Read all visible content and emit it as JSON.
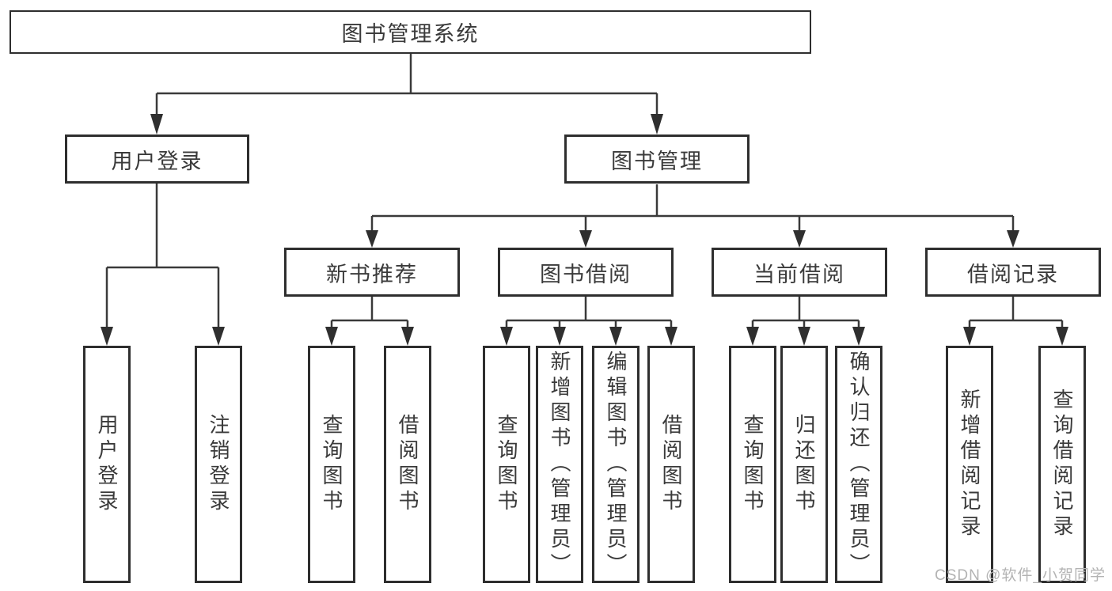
{
  "tree": {
    "root": {
      "label": "图书管理系统"
    },
    "login": {
      "label": "用户登录",
      "leaves": [
        "用户登录",
        "注销登录"
      ]
    },
    "management": {
      "label": "图书管理",
      "sections": [
        {
          "label": "新书推荐",
          "leaves": [
            "查询图书",
            "借阅图书"
          ]
        },
        {
          "label": "图书借阅",
          "leaves": [
            "查询图书",
            "新增图书（管理员）",
            "编辑图书（管理员）",
            "借阅图书"
          ]
        },
        {
          "label": "当前借阅",
          "leaves": [
            "查询图书",
            "归还图书",
            "确认归还（管理员）"
          ]
        },
        {
          "label": "借阅记录",
          "leaves": [
            "新增借阅记录",
            "查询借阅记录"
          ]
        }
      ]
    }
  },
  "watermark": "CSDN @软件_小贺同学",
  "colors": {
    "background": "#ffffff",
    "box_fill": "#ffffff",
    "box_border": "#2e2e2e",
    "line": "#3a3a3a",
    "text": "#3a3a3a",
    "watermark": "#b3b3b3"
  }
}
